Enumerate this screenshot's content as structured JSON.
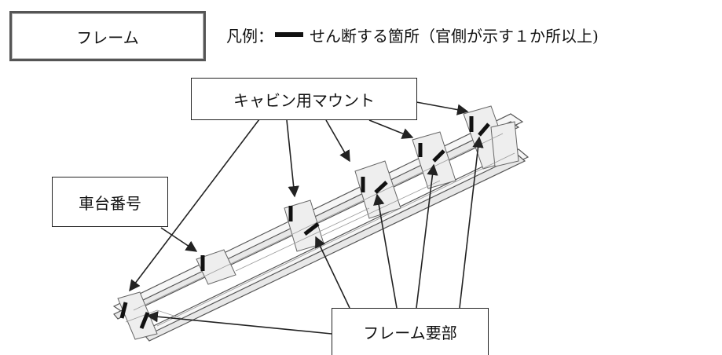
{
  "title_box": {
    "label": "フレーム"
  },
  "legend": {
    "prefix": "凡例：",
    "text": "せん断する箇所（官側が示す１か所以上)",
    "swatch_color": "#111111"
  },
  "labels": {
    "cabin_mount": "キャビン用マウント",
    "chassis_number": "車台番号",
    "frame_main": "フレーム要部"
  },
  "colors": {
    "line": "#222222",
    "frame_stroke": "#555555",
    "frame_fill": "#f4f4f4",
    "cut_mark": "#111111"
  }
}
